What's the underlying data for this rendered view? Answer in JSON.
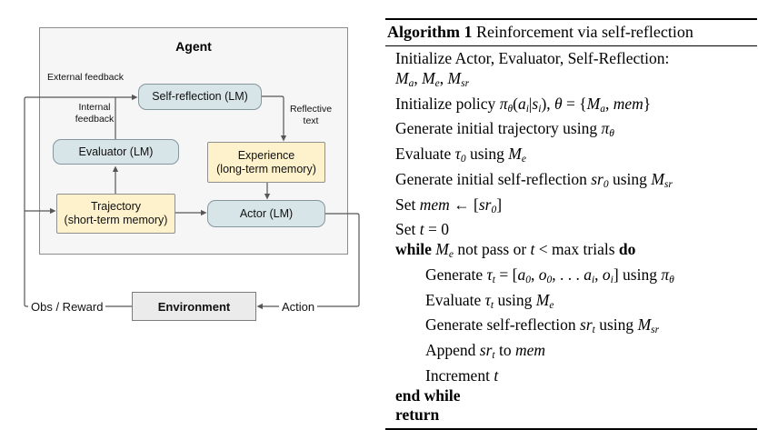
{
  "diagram": {
    "agent_label": "Agent",
    "boxes": {
      "self_reflection": {
        "label": "Self-reflection (LM)"
      },
      "evaluator": {
        "label": "Evaluator (LM)"
      },
      "experience": {
        "title": "Experience",
        "subtitle": "(long-term memory)"
      },
      "trajectory": {
        "title": "Trajectory",
        "subtitle": "(short-term memory)"
      },
      "actor": {
        "label": "Actor (LM)"
      },
      "environment": {
        "label": "Environment"
      }
    },
    "edge_labels": {
      "external_feedback": "External feedback",
      "internal_feedback": "Internal feedback",
      "reflective_text": "Reflective text",
      "obs_reward": "Obs / Reward",
      "action": "Action"
    }
  },
  "colors": {
    "lm_box_fill": "#d7e4e8",
    "lm_box_border": "#85969d",
    "memory_box_fill": "#fdf2cc",
    "memory_box_border": "#909090",
    "agent_fill": "#f6f6f6",
    "agent_border": "#8c8c8c",
    "env_fill": "#ebebeb",
    "env_border": "#7c7c7c",
    "line": "#565656",
    "text": "#000000"
  },
  "algorithm": {
    "title_label": "Algorithm 1",
    "title_text": " Reinforcement via self-reflection",
    "lines": [
      {
        "indent": 1,
        "tokens": [
          [
            "t",
            "Initialize Actor, Evaluator, Self-Reflection:"
          ]
        ]
      },
      {
        "indent": 1,
        "tokens": [
          [
            "m",
            "M"
          ],
          [
            "s",
            "a"
          ],
          [
            "t",
            ", "
          ],
          [
            "m",
            "M"
          ],
          [
            "s",
            "e"
          ],
          [
            "t",
            ", "
          ],
          [
            "m",
            "M"
          ],
          [
            "s",
            "sr"
          ]
        ]
      },
      {
        "indent": 1,
        "tokens": [
          [
            "t",
            "Initialize policy "
          ],
          [
            "m",
            "π"
          ],
          [
            "s",
            "θ"
          ],
          [
            "t",
            "("
          ],
          [
            "m",
            "a"
          ],
          [
            "s",
            "i"
          ],
          [
            "t",
            "|"
          ],
          [
            "m",
            "s"
          ],
          [
            "s",
            "i"
          ],
          [
            "t",
            "), "
          ],
          [
            "m",
            "θ"
          ],
          [
            "t",
            " = {"
          ],
          [
            "m",
            "M"
          ],
          [
            "s",
            "a"
          ],
          [
            "t",
            ", "
          ],
          [
            "m",
            "mem"
          ],
          [
            "t",
            "}"
          ]
        ]
      },
      {
        "indent": 1,
        "tokens": [
          [
            "t",
            "Generate initial trajectory using "
          ],
          [
            "m",
            "π"
          ],
          [
            "s",
            "θ"
          ]
        ]
      },
      {
        "indent": 1,
        "tokens": [
          [
            "t",
            "Evaluate "
          ],
          [
            "m",
            "τ"
          ],
          [
            "s",
            "0"
          ],
          [
            "t",
            " using "
          ],
          [
            "m",
            "M"
          ],
          [
            "s",
            "e"
          ]
        ]
      },
      {
        "indent": 1,
        "tokens": [
          [
            "t",
            "Generate initial self-reflection "
          ],
          [
            "m",
            "sr"
          ],
          [
            "s",
            "0"
          ],
          [
            "t",
            " using "
          ],
          [
            "m",
            "M"
          ],
          [
            "s",
            "sr"
          ]
        ]
      },
      {
        "indent": 1,
        "tokens": [
          [
            "t",
            "Set "
          ],
          [
            "m",
            "mem"
          ],
          [
            "t",
            " ← ["
          ],
          [
            "m",
            "sr"
          ],
          [
            "s",
            "0"
          ],
          [
            "t",
            "]"
          ]
        ]
      },
      {
        "indent": 1,
        "tokens": [
          [
            "t",
            "Set "
          ],
          [
            "m",
            "t"
          ],
          [
            "t",
            " = 0"
          ]
        ]
      },
      {
        "indent": 1,
        "tokens": [
          [
            "b",
            "while "
          ],
          [
            "m",
            "M"
          ],
          [
            "s",
            "e"
          ],
          [
            "t",
            " not pass or "
          ],
          [
            "m",
            "t"
          ],
          [
            "t",
            " < max trials "
          ],
          [
            "b",
            "do"
          ]
        ]
      },
      {
        "indent": 2,
        "tokens": [
          [
            "t",
            "Generate "
          ],
          [
            "m",
            "τ"
          ],
          [
            "s",
            "t"
          ],
          [
            "t",
            " = ["
          ],
          [
            "m",
            "a"
          ],
          [
            "s",
            "0"
          ],
          [
            "t",
            ", "
          ],
          [
            "m",
            "o"
          ],
          [
            "s",
            "0"
          ],
          [
            "t",
            ", . . . "
          ],
          [
            "m",
            "a"
          ],
          [
            "s",
            "i"
          ],
          [
            "t",
            ", "
          ],
          [
            "m",
            "o"
          ],
          [
            "s",
            "i"
          ],
          [
            "t",
            "] using "
          ],
          [
            "m",
            "π"
          ],
          [
            "s",
            "θ"
          ]
        ]
      },
      {
        "indent": 2,
        "tokens": [
          [
            "t",
            "Evaluate "
          ],
          [
            "m",
            "τ"
          ],
          [
            "s",
            "t"
          ],
          [
            "t",
            " using "
          ],
          [
            "m",
            "M"
          ],
          [
            "s",
            "e"
          ]
        ]
      },
      {
        "indent": 2,
        "tokens": [
          [
            "t",
            "Generate self-reflection "
          ],
          [
            "m",
            "sr"
          ],
          [
            "s",
            "t"
          ],
          [
            "t",
            " using "
          ],
          [
            "m",
            "M"
          ],
          [
            "s",
            "sr"
          ]
        ]
      },
      {
        "indent": 2,
        "tokens": [
          [
            "t",
            "Append "
          ],
          [
            "m",
            "sr"
          ],
          [
            "s",
            "t"
          ],
          [
            "t",
            " to "
          ],
          [
            "m",
            "mem"
          ]
        ]
      },
      {
        "indent": 2,
        "tokens": [
          [
            "t",
            "Increment "
          ],
          [
            "m",
            "t"
          ]
        ]
      },
      {
        "indent": 1,
        "tokens": [
          [
            "b",
            "end while"
          ]
        ]
      },
      {
        "indent": 1,
        "tokens": [
          [
            "b",
            "return"
          ]
        ]
      }
    ]
  }
}
